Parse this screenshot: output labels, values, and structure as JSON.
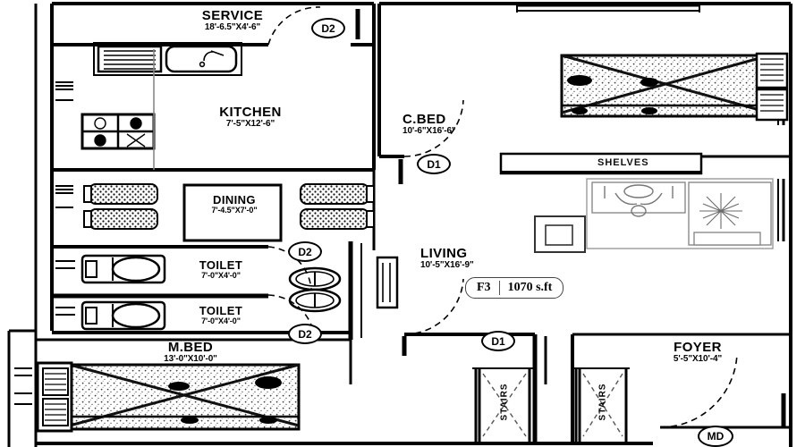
{
  "plan": {
    "type": "residential-floor-plan",
    "unit_badge": {
      "code": "F3",
      "area": "1070  s.ft"
    },
    "rooms": [
      {
        "key": "service",
        "name": "SERVICE",
        "dim": "18'-6.5\"X4'-6\""
      },
      {
        "key": "kitchen",
        "name": "KITCHEN",
        "dim": "7'-5\"X12'-6\""
      },
      {
        "key": "cbed",
        "name": "C.BED",
        "dim": "10'-6\"X16'-6\""
      },
      {
        "key": "dining",
        "name": "DINING",
        "dim": "7'-4.5\"X7'-0\""
      },
      {
        "key": "toilet1",
        "name": "TOILET",
        "dim": "7'-0\"X4'-0\""
      },
      {
        "key": "toilet2",
        "name": "TOILET",
        "dim": "7'-0\"X4'-0\""
      },
      {
        "key": "living",
        "name": "LIVING",
        "dim": "10'-5\"X16'-9\""
      },
      {
        "key": "mbed",
        "name": "M.BED",
        "dim": "13'-0\"X10'-0\""
      },
      {
        "key": "foyer",
        "name": "FOYER",
        "dim": "5'-5\"X10'-4\""
      }
    ],
    "fixtures": {
      "shelves_label": "SHELVES",
      "stairs_label": "STAIRS"
    },
    "door_markers": [
      {
        "id": "d2_service",
        "label": "D2"
      },
      {
        "id": "d1_cbed",
        "label": "D1"
      },
      {
        "id": "d2_toilet1",
        "label": "D2"
      },
      {
        "id": "d2_toilet2",
        "label": "D2"
      },
      {
        "id": "d1_foyer",
        "label": "D1"
      },
      {
        "id": "md_entry",
        "label": "MD"
      }
    ],
    "colors": {
      "wall": "#000000",
      "furniture_outline": "#1a1a1a",
      "furniture_fill": "#f2f2f2",
      "soft_gray": "#9a9a9a",
      "background": "#ffffff"
    }
  }
}
